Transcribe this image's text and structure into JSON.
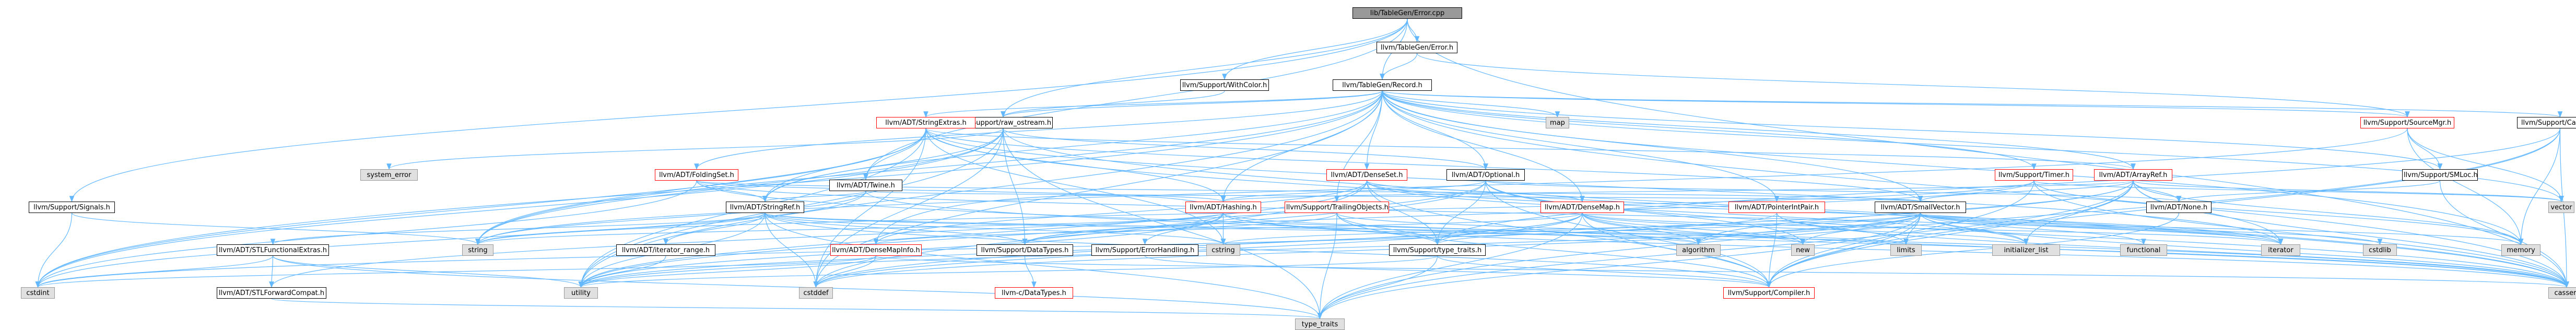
{
  "colors": {
    "edge": "#63b8ff",
    "main_fill": "#999999",
    "node_border": "#000000",
    "red_border": "#ff0000",
    "ext_fill": "#e0e0e0",
    "ext_border": "#999999"
  },
  "nodes": [
    {
      "id": "root",
      "label": "lib/TableGen/Error.cpp",
      "kind": "main"
    },
    {
      "id": "tgerror",
      "label": "llvm/TableGen/Error.h",
      "kind": "doc"
    },
    {
      "id": "withcolor",
      "label": "llvm/Support/WithColor.h",
      "kind": "doc"
    },
    {
      "id": "record",
      "label": "llvm/TableGen/Record.h",
      "kind": "doc"
    },
    {
      "id": "rawostream",
      "label": "llvm/Support/raw_ostream.h",
      "kind": "doc"
    },
    {
      "id": "signals",
      "label": "llvm/Support/Signals.h",
      "kind": "doc"
    },
    {
      "id": "twine",
      "label": "llvm/ADT/Twine.h",
      "kind": "doc"
    },
    {
      "id": "strext",
      "label": "llvm/ADT/StringExtras.h",
      "kind": "red"
    },
    {
      "id": "foldingset",
      "label": "llvm/ADT/FoldingSet.h",
      "kind": "red"
    },
    {
      "id": "stringref",
      "label": "llvm/ADT/StringRef.h",
      "kind": "doc"
    },
    {
      "id": "densemap",
      "label": "llvm/ADT/DenseMap.h",
      "kind": "red"
    },
    {
      "id": "denseset",
      "label": "llvm/ADT/DenseSet.h",
      "kind": "red"
    },
    {
      "id": "optional",
      "label": "llvm/ADT/Optional.h",
      "kind": "doc"
    },
    {
      "id": "hashing",
      "label": "llvm/ADT/Hashing.h",
      "kind": "red"
    },
    {
      "id": "trailing",
      "label": "llvm/Support/TrailingObjects.h",
      "kind": "red"
    },
    {
      "id": "timer",
      "label": "llvm/Support/Timer.h",
      "kind": "red"
    },
    {
      "id": "arrayref",
      "label": "llvm/ADT/ArrayRef.h",
      "kind": "red"
    },
    {
      "id": "ptrintpair",
      "label": "llvm/ADT/PointerIntPair.h",
      "kind": "red"
    },
    {
      "id": "smallvector",
      "label": "llvm/ADT/SmallVector.h",
      "kind": "doc"
    },
    {
      "id": "sourcemgr",
      "label": "llvm/Support/SourceMgr.h",
      "kind": "red"
    },
    {
      "id": "smloc",
      "label": "llvm/Support/SMLoc.h",
      "kind": "doc"
    },
    {
      "id": "casting",
      "label": "llvm/Support/Casting.h",
      "kind": "doc"
    },
    {
      "id": "none",
      "label": "llvm/ADT/None.h",
      "kind": "doc"
    },
    {
      "id": "stlfunc",
      "label": "llvm/ADT/STLFunctionalExtras.h",
      "kind": "doc"
    },
    {
      "id": "stlfwd",
      "label": "llvm/ADT/STLForwardCompat.h",
      "kind": "doc"
    },
    {
      "id": "iterrange",
      "label": "llvm/ADT/iterator_range.h",
      "kind": "doc"
    },
    {
      "id": "datatypes",
      "label": "llvm/Support/DataTypes.h",
      "kind": "doc"
    },
    {
      "id": "cdatatypes",
      "label": "llvm-c/DataTypes.h",
      "kind": "red"
    },
    {
      "id": "errhandling",
      "label": "llvm/Support/ErrorHandling.h",
      "kind": "doc"
    },
    {
      "id": "densemapinfo",
      "label": "llvm/ADT/DenseMapInfo.h",
      "kind": "red"
    },
    {
      "id": "typetraits",
      "label": "llvm/Support/type_traits.h",
      "kind": "doc"
    },
    {
      "id": "compiler",
      "label": "llvm/Support/Compiler.h",
      "kind": "red"
    },
    {
      "id": "system_error",
      "label": "system_error",
      "kind": "ext"
    },
    {
      "id": "map",
      "label": "map",
      "kind": "ext"
    },
    {
      "id": "string",
      "label": "string",
      "kind": "ext"
    },
    {
      "id": "cstdint",
      "label": "cstdint",
      "kind": "ext"
    },
    {
      "id": "utility",
      "label": "utility",
      "kind": "ext"
    },
    {
      "id": "cstddef",
      "label": "cstddef",
      "kind": "ext"
    },
    {
      "id": "type_traits",
      "label": "type_traits",
      "kind": "ext"
    },
    {
      "id": "cstring",
      "label": "cstring",
      "kind": "ext"
    },
    {
      "id": "algorithm",
      "label": "algorithm",
      "kind": "ext"
    },
    {
      "id": "new",
      "label": "new",
      "kind": "ext"
    },
    {
      "id": "limits",
      "label": "limits",
      "kind": "ext"
    },
    {
      "id": "initlist",
      "label": "initializer_list",
      "kind": "ext"
    },
    {
      "id": "functional",
      "label": "functional",
      "kind": "ext"
    },
    {
      "id": "iterator",
      "label": "iterator",
      "kind": "ext"
    },
    {
      "id": "cstdlib",
      "label": "cstdlib",
      "kind": "ext"
    },
    {
      "id": "memory",
      "label": "memory",
      "kind": "ext"
    },
    {
      "id": "vector",
      "label": "vector",
      "kind": "ext"
    },
    {
      "id": "cassert",
      "label": "cassert",
      "kind": "ext"
    }
  ]
}
